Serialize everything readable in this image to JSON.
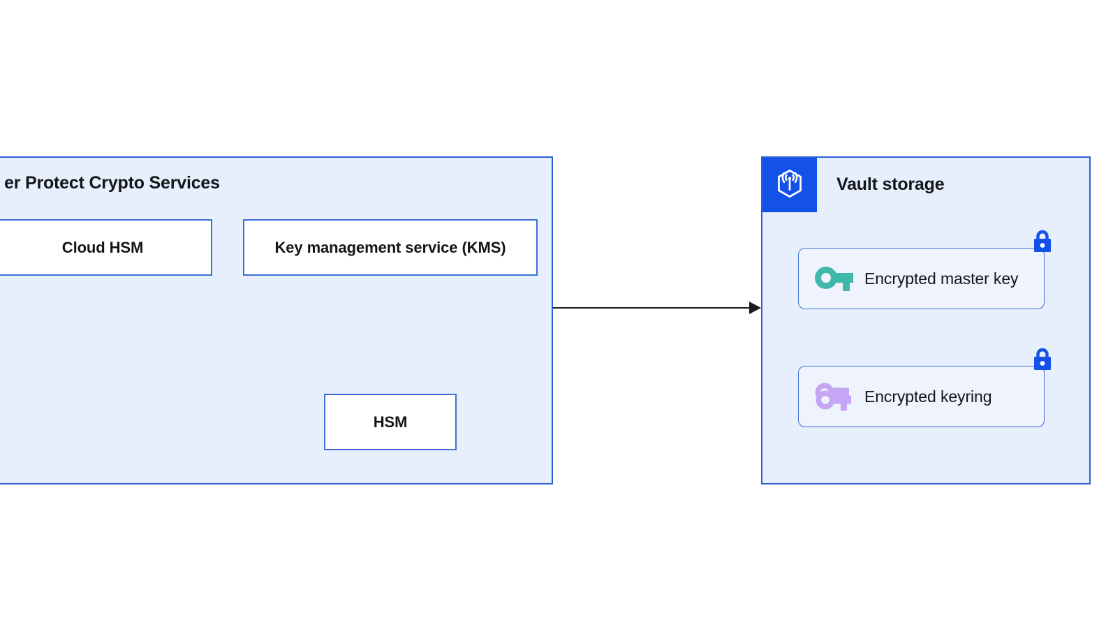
{
  "diagram": {
    "type": "architecture-flow",
    "background_color": "#ffffff",
    "groups": [
      {
        "id": "hpcs",
        "title": "er Protect Crypto Services",
        "title_full": "Hyper Protect Crypto Services",
        "truncated_left": true,
        "fill_color": "#e8effc",
        "border_color": "#2c5fd4",
        "nodes": [
          {
            "id": "cloud-hsm",
            "label": "Cloud HSM",
            "shape": "rectangle",
            "fill": "#ffffff"
          },
          {
            "id": "kms",
            "label": "Key management service (KMS)",
            "shape": "rectangle",
            "fill": "#ffffff"
          },
          {
            "id": "hsm",
            "label": "HSM",
            "shape": "rectangle",
            "fill": "#ffffff"
          }
        ]
      },
      {
        "id": "vault",
        "title": "Vault storage",
        "fill_color": "#e8effc",
        "border_color": "#2c5fd4",
        "header_icon": "hexagon-signal-icon",
        "header_icon_tile_color": "#1351e8",
        "cards": [
          {
            "id": "encrypted-master-key",
            "label": "Encrypted master key",
            "icon": "key-icon",
            "icon_color": "#3fb8ab",
            "badge": "lock-icon",
            "badge_color": "#1351e8"
          },
          {
            "id": "encrypted-keyring",
            "label": "Encrypted keyring",
            "icon": "keyring-icon",
            "icon_color": "#c4a6f5",
            "badge": "lock-icon",
            "badge_color": "#1351e8"
          }
        ]
      }
    ],
    "connectors": [
      {
        "from": "cloud-hsm",
        "to": "hsm",
        "style": "elbow",
        "arrow": true
      },
      {
        "from": "kms",
        "to": "hsm",
        "style": "straight",
        "arrow": true
      },
      {
        "from": "hpcs",
        "to": "vault",
        "style": "straight",
        "arrow": true
      }
    ]
  }
}
